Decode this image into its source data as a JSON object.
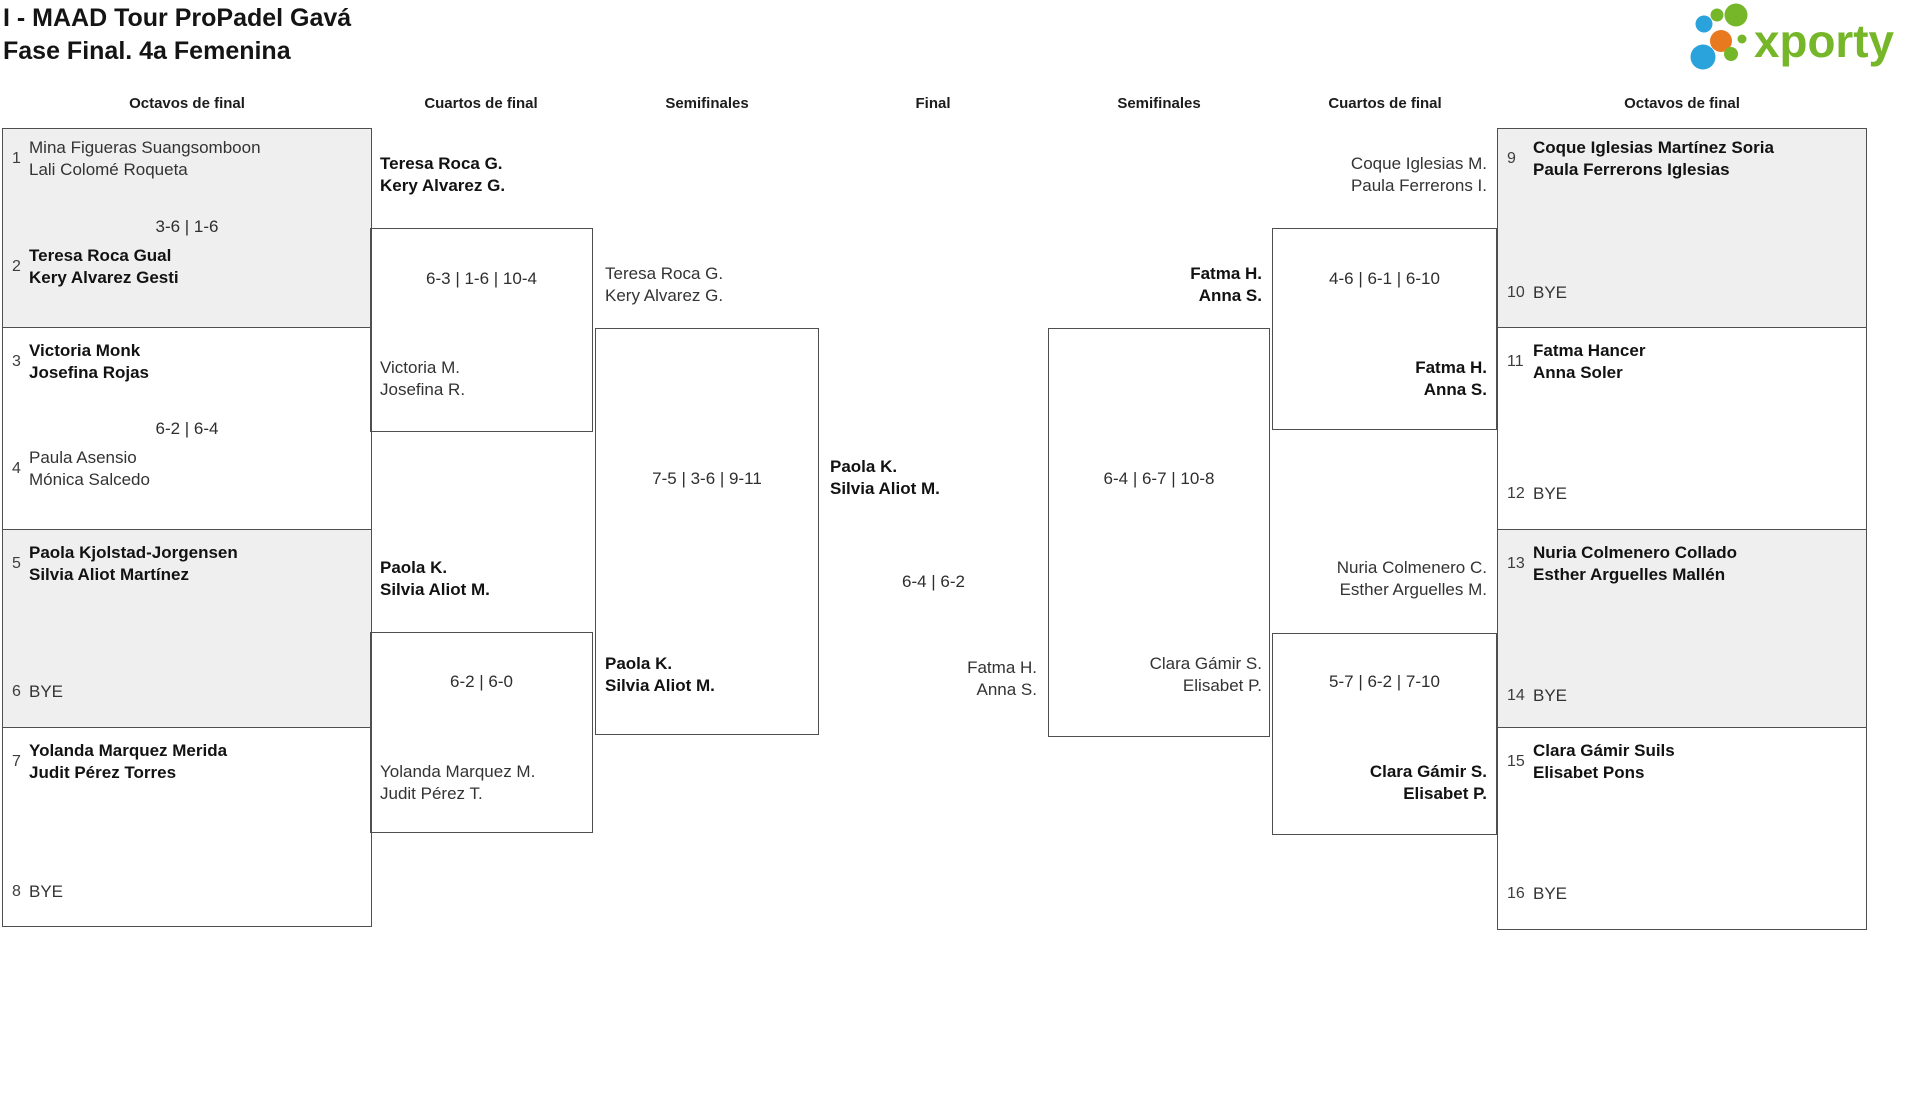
{
  "page": {
    "title_line1": "I - MAAD Tour ProPadel Gavá",
    "title_line2": "Fase Final. 4a Femenina"
  },
  "logo": {
    "text": "xporty"
  },
  "round_headers": {
    "r16_left": "Octavos de final",
    "qf_left": "Cuartos de final",
    "sf_left": "Semifinales",
    "final": "Final",
    "sf_right": "Semifinales",
    "qf_right": "Cuartos de final",
    "r16_right": "Octavos de final"
  },
  "r16_left": {
    "m1": {
      "seed_top": "1",
      "top1": "Mina Figueras Suangsomboon",
      "top2": "Lali Colomé Roqueta",
      "score": "3-6 | 1-6",
      "seed_bottom": "2",
      "bottom1": "Teresa Roca Gual",
      "bottom2": "Kery Alvarez Gesti"
    },
    "m2": {
      "seed_top": "3",
      "top1": "Victoria Monk",
      "top2": "Josefina Rojas",
      "score": "6-2 | 6-4",
      "seed_bottom": "4",
      "bottom1": "Paula Asensio",
      "bottom2": "Mónica Salcedo"
    },
    "m3": {
      "seed_top": "5",
      "top1": "Paola Kjolstad-Jorgensen",
      "top2": "Silvia Aliot Martínez",
      "seed_bottom": "6",
      "bye": "BYE"
    },
    "m4": {
      "seed_top": "7",
      "top1": "Yolanda Marquez Merida",
      "top2": "Judit Pérez Torres",
      "seed_bottom": "8",
      "bye": "BYE"
    }
  },
  "r16_right": {
    "m1": {
      "seed_top": "9",
      "top1": "Coque Iglesias Martínez Soria",
      "top2": "Paula Ferrerons Iglesias",
      "seed_bottom": "10",
      "bye": "BYE"
    },
    "m2": {
      "seed_top": "11",
      "top1": "Fatma Hancer",
      "top2": "Anna Soler",
      "seed_bottom": "12",
      "bye": "BYE"
    },
    "m3": {
      "seed_top": "13",
      "top1": "Nuria Colmenero Collado",
      "top2": "Esther Arguelles Mallén",
      "seed_bottom": "14",
      "bye": "BYE"
    },
    "m4": {
      "seed_top": "15",
      "top1": "Clara Gámir Suils",
      "top2": "Elisabet Pons",
      "seed_bottom": "16",
      "bye": "BYE"
    }
  },
  "qf_left": {
    "m1": {
      "top1": "Teresa Roca G.",
      "top2": "Kery Alvarez G.",
      "score": "6-3 | 1-6 | 10-4",
      "bottom1": "Victoria M.",
      "bottom2": "Josefina R."
    },
    "m2": {
      "top1": "Paola K.",
      "top2": "Silvia Aliot M.",
      "score": "6-2 | 6-0",
      "bottom1": "Yolanda Marquez M.",
      "bottom2": "Judit Pérez T."
    }
  },
  "qf_right": {
    "m1": {
      "top1": "Coque Iglesias M.",
      "top2": "Paula Ferrerons I.",
      "score": "4-6 | 6-1 | 6-10",
      "bottom1": "Fatma H.",
      "bottom2": "Anna S."
    },
    "m2": {
      "top1": "Nuria Colmenero C.",
      "top2": "Esther Arguelles M.",
      "score": "5-7 | 6-2 | 7-10",
      "bottom1": "Clara Gámir S.",
      "bottom2": "Elisabet P."
    }
  },
  "sf_left": {
    "top1": "Teresa Roca G.",
    "top2": "Kery Alvarez G.",
    "score": "7-5 | 3-6 | 9-11",
    "bottom1": "Paola K.",
    "bottom2": "Silvia Aliot M."
  },
  "sf_right": {
    "top1": "Fatma H.",
    "top2": "Anna S.",
    "score": "6-4 | 6-7 | 10-8",
    "bottom1": "Clara Gámir S.",
    "bottom2": "Elisabet P."
  },
  "final": {
    "top1": "Paola K.",
    "top2": "Silvia Aliot M.",
    "score": "6-4 | 6-2",
    "bottom1": "Fatma H.",
    "bottom2": "Anna S."
  },
  "colors": {
    "green": "#76b72a",
    "blue": "#2aa3dd",
    "orange": "#e8791e",
    "shaded_box": "#efefef",
    "border": "#4f4f4f"
  }
}
